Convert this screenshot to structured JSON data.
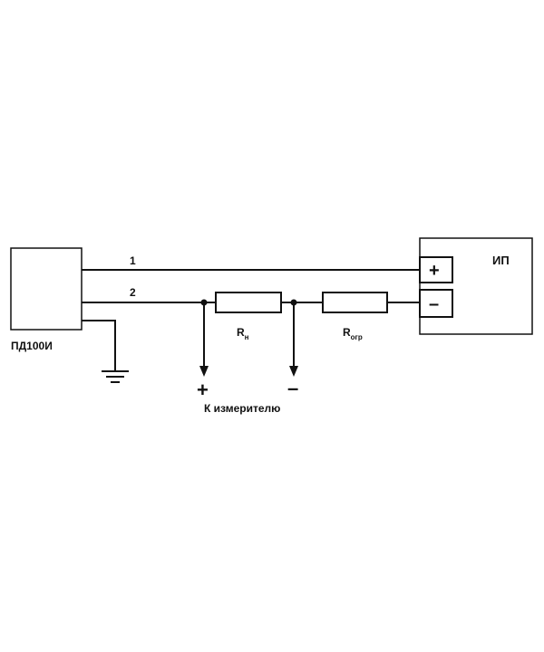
{
  "labels": {
    "sensor": "ПД100И",
    "power_supply": "ИП",
    "wire_1": "1",
    "wire_2": "2",
    "resistor_load": "R",
    "resistor_load_sub": "н",
    "resistor_limit": "R",
    "resistor_limit_sub": "огр",
    "meter_plus": "+",
    "meter_minus": "–",
    "meter_caption": "К измерителю",
    "ps_plus": "+",
    "ps_minus": "–"
  },
  "colors": {
    "line": "#111111",
    "background": "#ffffff"
  }
}
